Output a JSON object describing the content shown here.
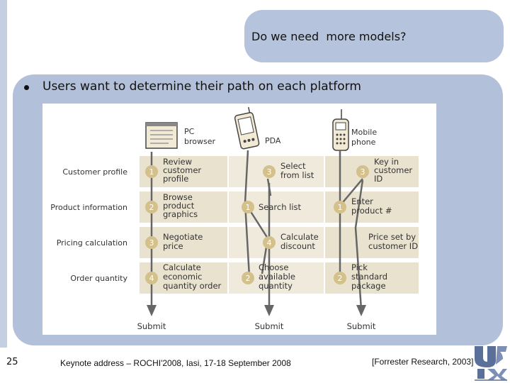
{
  "title": "Do we need  more models?",
  "bullet": "Users want to determine their path on each platform",
  "figure": {
    "platforms": [
      {
        "line1": "PC",
        "line2": "browser"
      },
      {
        "line1": "PDA",
        "line2": ""
      },
      {
        "line1": "Mobile",
        "line2": "phone"
      }
    ],
    "rows": [
      {
        "label": "Customer profile",
        "pc": {
          "num": "1",
          "l1": "Review",
          "l2": "customer",
          "l3": "profile"
        },
        "pda": {
          "num": "3",
          "l1": "Select",
          "l2": "from list",
          "l3": ""
        },
        "mobile": {
          "num": "3",
          "l1": "Key in",
          "l2": "customer",
          "l3": "ID"
        }
      },
      {
        "label": "Product information",
        "pc": {
          "num": "2",
          "l1": "Browse",
          "l2": "product",
          "l3": "graphics"
        },
        "pda": {
          "num": "1",
          "l1": "Search list",
          "l2": "",
          "l3": ""
        },
        "mobile": {
          "num": "1",
          "l1": "Enter",
          "l2": "product #",
          "l3": ""
        }
      },
      {
        "label": "Pricing calculation",
        "pc": {
          "num": "3",
          "l1": "Negotiate",
          "l2": "price",
          "l3": ""
        },
        "pda": {
          "num": "4",
          "l1": "Calculate",
          "l2": "discount",
          "l3": ""
        },
        "mobile": {
          "num": "",
          "l1": "Price set by",
          "l2": "customer ID",
          "l3": ""
        }
      },
      {
        "label": "Order quantity",
        "pc": {
          "num": "4",
          "l1": "Calculate",
          "l2": "economic",
          "l3": "quantity order"
        },
        "pda": {
          "num": "2",
          "l1": "Choose",
          "l2": "available",
          "l3": "quantity"
        },
        "mobile": {
          "num": "2",
          "l1": "Pick",
          "l2": "standard",
          "l3": "package"
        }
      }
    ],
    "submit": [
      "Submit",
      "Submit",
      "Submit"
    ]
  },
  "footer": {
    "page_number": "25",
    "keynote": "Keynote address – ROCHI'2008, Iasi, 17-18 September 2008",
    "source": "[Forrester Research, 2003]"
  },
  "logo_icon": "usixml-logo",
  "colors": {
    "content_bg": "#b3c0da",
    "title_bg": "#b6c3dc",
    "cell_bg": "#e9e2cf",
    "number_circle": "#d4c08a"
  }
}
